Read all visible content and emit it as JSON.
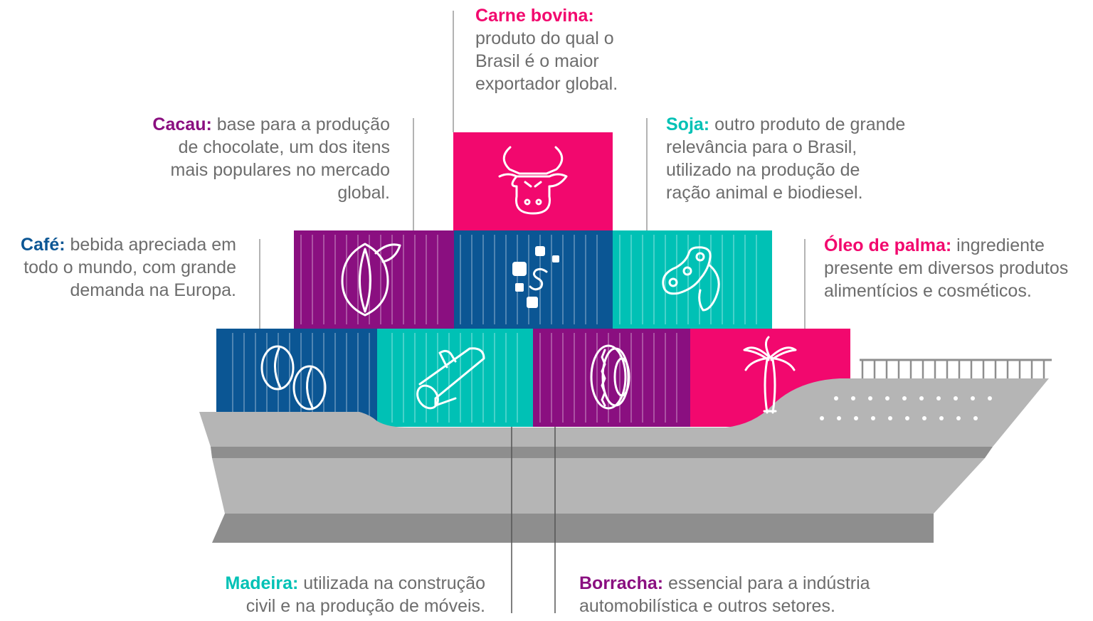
{
  "colors": {
    "pink": "#f2086e",
    "purple": "#8a0f80",
    "blue": "#0b5694",
    "teal": "#00c1b5",
    "hull_light": "#b5b5b5",
    "hull_dark": "#8e8e8e",
    "text": "#6d6d6d",
    "line": "#9a9a9a"
  },
  "containers": [
    {
      "name": "carne-bovina",
      "color": "pink",
      "icon": "cow-head-icon"
    },
    {
      "name": "cacau",
      "color": "purple",
      "icon": "cocoa-pod-icon"
    },
    {
      "name": "acucar",
      "color": "blue",
      "icon": "sugar-cubes-icon"
    },
    {
      "name": "soja",
      "color": "teal",
      "icon": "soybean-pod-icon"
    },
    {
      "name": "cafe",
      "color": "blue",
      "icon": "coffee-beans-icon"
    },
    {
      "name": "madeira",
      "color": "teal",
      "icon": "wood-log-icon"
    },
    {
      "name": "borracha",
      "color": "purple",
      "icon": "tire-icon"
    },
    {
      "name": "oleo-de-palma",
      "color": "pink",
      "icon": "palm-tree-icon"
    }
  ],
  "labels": {
    "carne": {
      "title": "Carne bovina:",
      "text": "produto do qual o Brasil é o maior exportador global."
    },
    "cacau": {
      "title": "Cacau:",
      "text": "base para a produção de chocolate, um dos itens mais populares no mercado global."
    },
    "soja": {
      "title": "Soja:",
      "text": "outro produto de grande relevância para o Brasil, utilizado na produção de ração animal e biodiesel."
    },
    "cafe": {
      "title": "Café:",
      "text": "bebida apreciada em todo o mundo, com grande demanda na Europa."
    },
    "oleo": {
      "title": "Óleo de palma:",
      "text": "ingrediente presente em diversos produtos alimentícios e cosméticos."
    },
    "madeira": {
      "title": "Madeira:",
      "text": "utilizada na construção civil e na produção de móveis."
    },
    "borracha": {
      "title": "Borracha:",
      "text": "essencial para a indústria automobilística e outros setores."
    }
  }
}
